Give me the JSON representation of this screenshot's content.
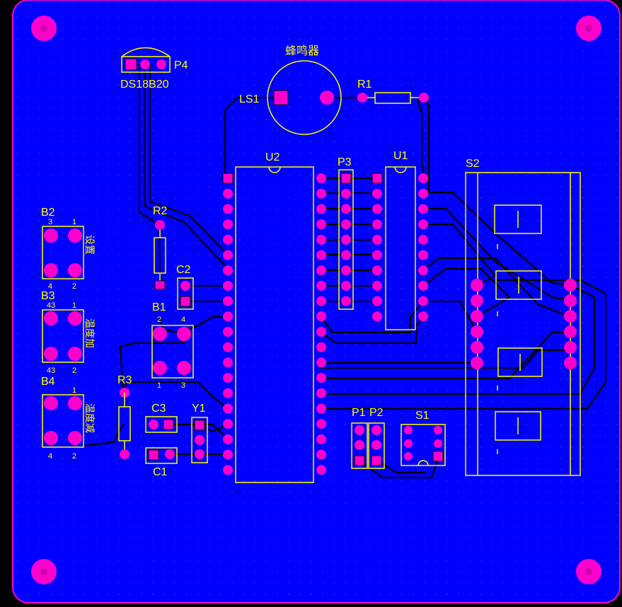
{
  "colors": {
    "board": "#0000ff",
    "outline": "#ff00cc",
    "silkscreen": "#ffff00",
    "pad": "#ff00cc",
    "trace": "#000000"
  },
  "labels": {
    "p4": "P4",
    "ds18b20": "DS18B20",
    "buzzer": "蜂鸣器",
    "ls1": "LS1",
    "r1": "R1",
    "u2": "U2",
    "p3": "P3",
    "u1": "U1",
    "s2": "S2",
    "r2": "R2",
    "c2": "C2",
    "b1": "B1",
    "r3": "R3",
    "c3": "C3",
    "y1": "Y1",
    "c1": "C1",
    "p1": "P1",
    "p2": "P2",
    "s1": "S1",
    "b2": "B2",
    "b3": "B3",
    "b4": "B4",
    "b2_text": "设置",
    "b3_text": "温度加",
    "b4_text": "温度减"
  },
  "pins": {
    "one": "1",
    "two": "2",
    "three": "3",
    "four": "4",
    "fortythree": "43"
  }
}
